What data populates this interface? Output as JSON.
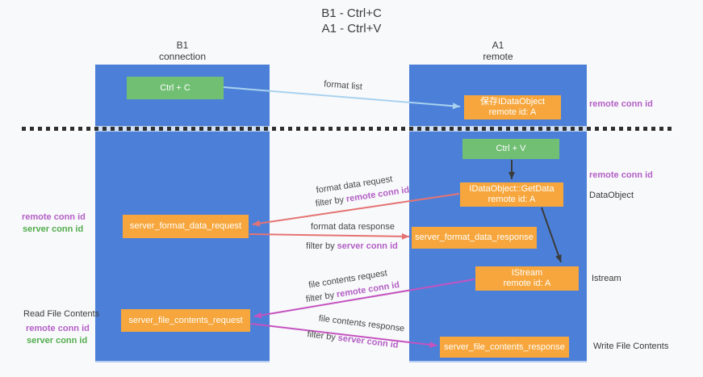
{
  "title": {
    "line1": "B1 - Ctrl+C",
    "line2": "A1 - Ctrl+V"
  },
  "lanes": {
    "left": {
      "header_line1": "B1",
      "header_line2": "connection"
    },
    "right": {
      "header_line1": "A1",
      "header_line2": "remote"
    }
  },
  "nodes": {
    "ctrl_c": {
      "label": "Ctrl + C"
    },
    "save_idataobject": {
      "line1": "保存IDataObject",
      "line2": "remote id: A"
    },
    "ctrl_v": {
      "label": "Ctrl + V"
    },
    "getdata": {
      "line1": "IDataObject::GetData",
      "line2": "remote id: A"
    },
    "server_format_data_request": {
      "label": "server_format_data_request"
    },
    "server_format_data_response": {
      "label": "server_format_data_response"
    },
    "istream": {
      "line1": "IStream",
      "line2": "remote id: A"
    },
    "server_file_contents_request": {
      "label": "server_file_contents_request"
    },
    "server_file_contents_response": {
      "label": "server_file_contents_response"
    }
  },
  "edges": {
    "format_list": {
      "label": "format list"
    },
    "format_data_request": {
      "label": "format data request",
      "filter_prefix": "filter by ",
      "filter_key": "remote conn id"
    },
    "format_data_response": {
      "label": "format data response",
      "filter_prefix": "filter by ",
      "filter_key": "server conn id"
    },
    "file_contents_request": {
      "label": "file contents request",
      "filter_prefix": "filter by ",
      "filter_key": "remote conn id"
    },
    "file_contents_response": {
      "label": "file contents response",
      "filter_prefix": "filter by ",
      "filter_key": "server conn id"
    }
  },
  "side_labels": {
    "right_top_conn": "remote conn id",
    "right_mid_conn": "remote conn id",
    "dataobject": "DataObject",
    "istream": "Istream",
    "write_file": "Write File Contents",
    "left_fmt_remote": "remote conn id",
    "left_fmt_server": "server conn id",
    "read_file": "Read File Contents",
    "left_file_remote": "remote conn id",
    "left_file_server": "server conn id"
  },
  "colors": {
    "lane_blue": "#4c80d8",
    "box_orange": "#f6a63c",
    "box_green": "#71bf73",
    "label_purple": "#b35fc6",
    "label_green": "#53ad4f",
    "arrow_light_blue": "#a9d2f0",
    "arrow_black": "#3b3b3b",
    "arrow_red": "#e57373",
    "arrow_magenta": "#c553c0",
    "background": "#f8f9fa"
  }
}
